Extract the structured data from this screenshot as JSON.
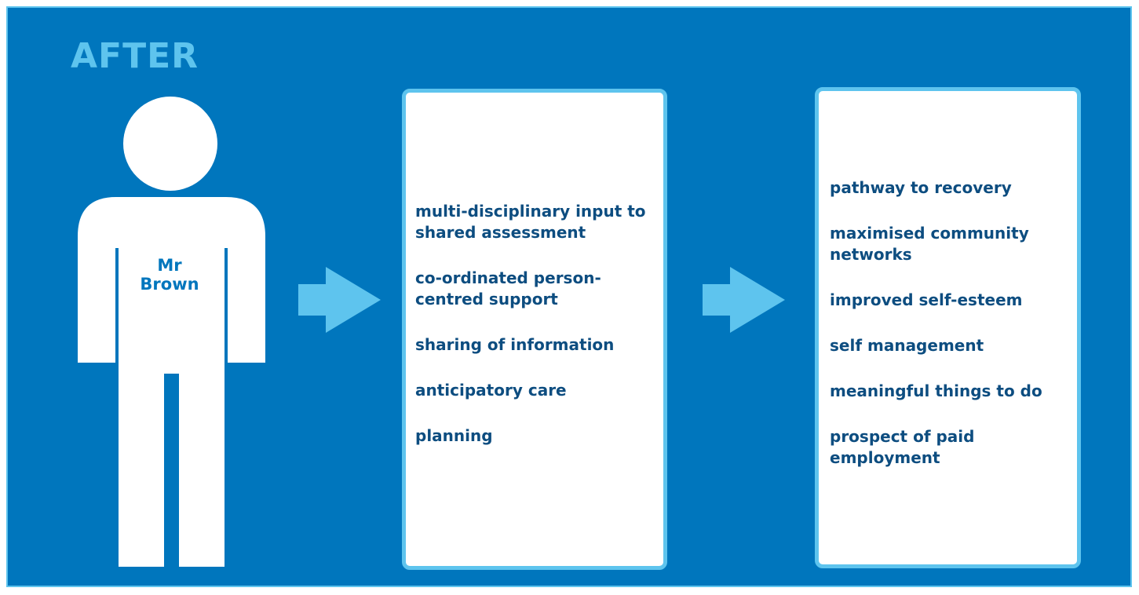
{
  "title": "AFTER",
  "person": {
    "name_line1": "Mr",
    "name_line2": "Brown"
  },
  "colors": {
    "background": "#0076bd",
    "accent": "#5ec4ee",
    "box_fill": "#ffffff",
    "text": "#0d4d80"
  },
  "icons": {
    "arrow1": "right-arrow-icon",
    "arrow2": "right-arrow-icon",
    "figure": "person-icon"
  },
  "inputs": {
    "items": [
      "multi-disciplinary input to shared assessment",
      "co-ordinated person-centred support",
      "sharing of information",
      "anticipatory care",
      "planning"
    ]
  },
  "outcomes": {
    "items": [
      "pathway to recovery",
      "maximised community networks",
      "improved self-esteem",
      "self management",
      "meaningful things to do",
      "prospect of paid employment"
    ]
  }
}
